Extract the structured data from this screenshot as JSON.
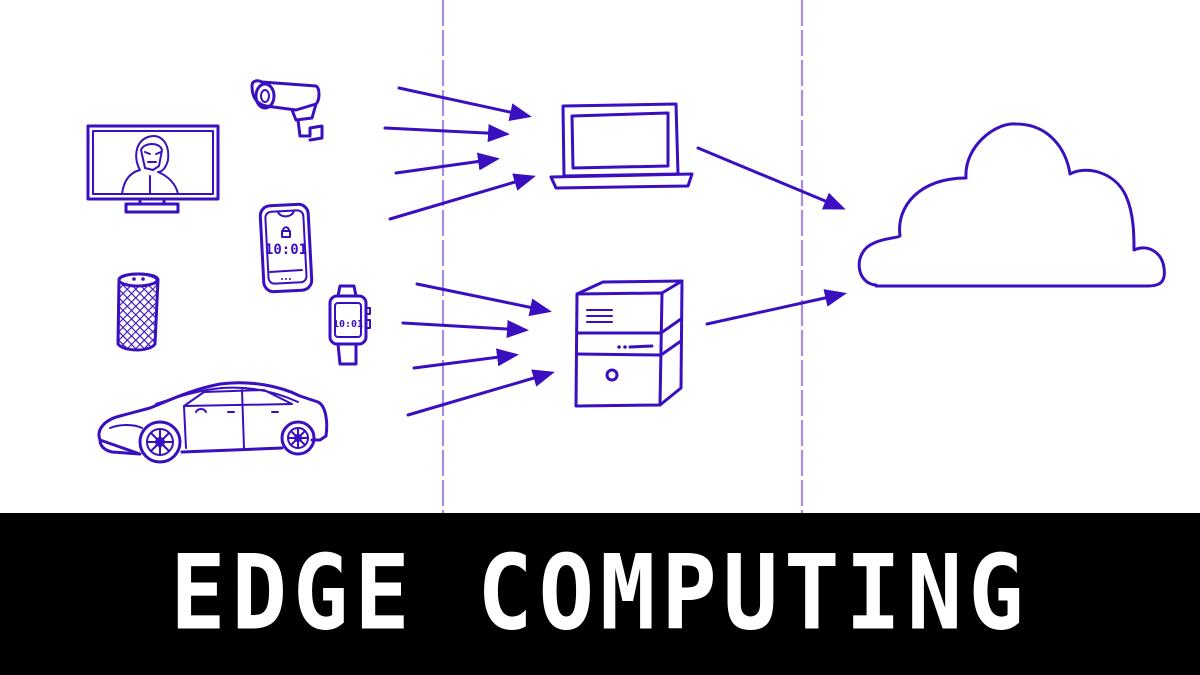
{
  "caption": {
    "title": "EDGE COMPUTING",
    "background": "#000000",
    "text_color": "#ffffff"
  },
  "diagram": {
    "ink_color": "#3a0fc0",
    "divider_color": "#a98be8",
    "zones": [
      {
        "name": "devices",
        "items": [
          "smart-tv",
          "security-camera",
          "smartphone",
          "smart-speaker",
          "smartwatch",
          "car"
        ]
      },
      {
        "name": "edge",
        "items": [
          "laptop",
          "server-tower"
        ]
      },
      {
        "name": "cloud",
        "items": [
          "cloud"
        ]
      }
    ],
    "phone_screen_time": "10:01",
    "watch_screen_time": "10:01",
    "connections": [
      {
        "from": "devices",
        "to": "laptop",
        "count": 4
      },
      {
        "from": "devices",
        "to": "server-tower",
        "count": 4
      },
      {
        "from": "laptop",
        "to": "cloud",
        "count": 1
      },
      {
        "from": "server-tower",
        "to": "cloud",
        "count": 1
      }
    ]
  }
}
